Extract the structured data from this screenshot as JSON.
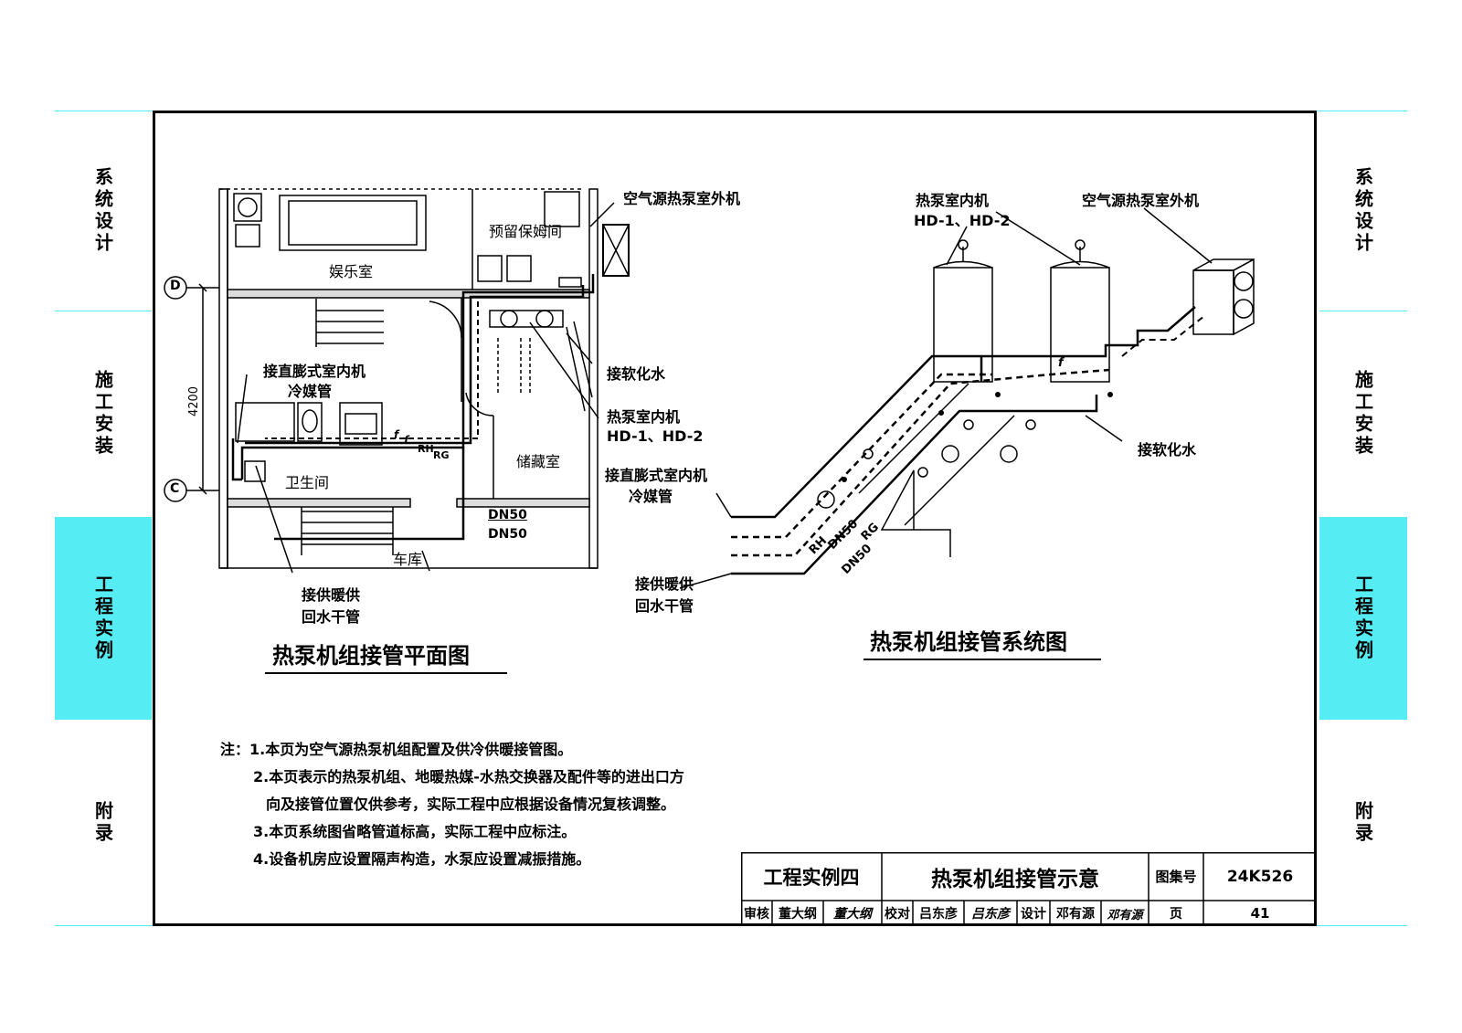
{
  "side_tabs": {
    "system_design": "系统设计",
    "construction": "施工安装",
    "engineering_example": "工程实例",
    "appendix": "附录"
  },
  "plan": {
    "title": "热泵机组接管平面图",
    "labels": {
      "outdoor_unit": "空气源热泵室外机",
      "reserved_nanny_room": "预留保姆间",
      "entertainment_room": "娱乐室",
      "soft_water": "接软化水",
      "dx_indoor_refrigerant": "接直膨式室内机",
      "refrigerant_pipe": "冷媒管",
      "indoor_unit": "热泵室内机",
      "indoor_unit_models": "HD-1、HD-2",
      "storage": "储藏室",
      "bathroom": "卫生间",
      "garage": "车库",
      "dn50_a": "DN50",
      "dn50_b": "DN50",
      "supply_return_main": "接供暖供",
      "return_main": "回水干管",
      "axis_d": "D",
      "axis_c": "C",
      "dimension": "4200",
      "rh": "RH",
      "rg": "RG",
      "f1": "f",
      "f2": "f"
    }
  },
  "system": {
    "title": "热泵机组接管系统图",
    "labels": {
      "indoor_unit": "热泵室内机",
      "indoor_unit_models": "HD-1、HD-2",
      "outdoor_unit": "空气源热泵室外机",
      "soft_water": "接软化水",
      "dx_indoor": "接直膨式室内机",
      "refrigerant_pipe": "冷媒管",
      "supply_main": "接供暖供",
      "return_main": "回水干管",
      "rh": "RH",
      "dn50_rh": "DN50",
      "rg": "RG",
      "dn50_rg": "DN50",
      "f": "f"
    }
  },
  "notes": [
    "注：1.本页为空气源热泵机组配置及供冷供暖接管图。",
    "2.本页表示的热泵机组、地暖热媒-水热交换器及配件等的进出口方",
    "向及接管位置仅供参考，实际工程中应根据设备情况复核调整。",
    "3.本页系统图省略管道标高，实际工程中应标注。",
    "4.设备机房应设置隔声构造，水泵应设置减振措施。"
  ],
  "title_block": {
    "example": "工程实例四",
    "drawing_title": "热泵机组接管示意",
    "atlas_label": "图集号",
    "atlas_no": "24K526",
    "review_label": "审核",
    "reviewer": "董大纲",
    "reviewer_sig": "董大纲",
    "check_label": "校对",
    "checker": "吕东彦",
    "checker_sig": "吕东彦",
    "design_label": "设计",
    "designer": "邓有源",
    "designer_sig": "邓有源",
    "page_label": "页",
    "page_no": "41"
  }
}
